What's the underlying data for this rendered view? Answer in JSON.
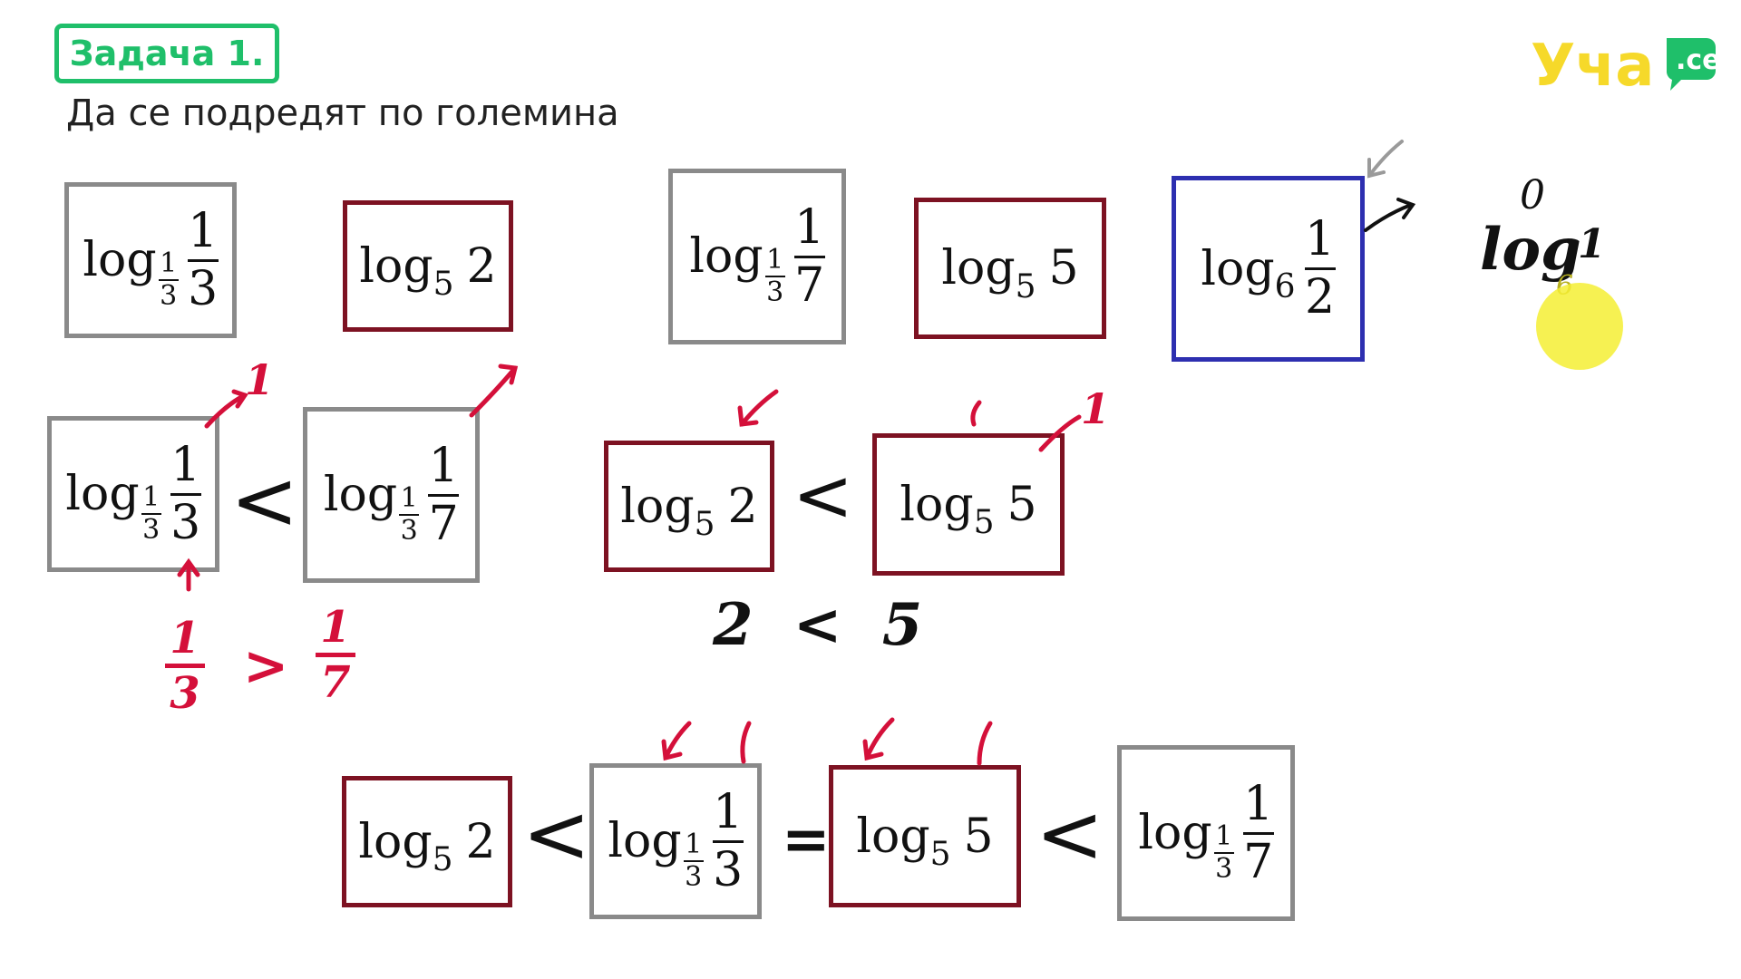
{
  "header": {
    "task_label": "Задача 1.",
    "instruction": "Да се подредят по големина"
  },
  "brand": {
    "logo_text": "Уча",
    "logo_badge": ".се",
    "colors": {
      "yellow": "#f6d92a",
      "green": "#1fbf6a"
    }
  },
  "expressions": {
    "e1": {
      "base_num": "1",
      "base_den": "3",
      "arg_num": "1",
      "arg_den": "3"
    },
    "e2": {
      "base": "5",
      "arg": "2"
    },
    "e3": {
      "base_num": "1",
      "base_den": "3",
      "arg_num": "1",
      "arg_den": "7"
    },
    "e4": {
      "base": "5",
      "arg": "5"
    },
    "e5": {
      "base": "6",
      "arg_num": "1",
      "arg_den": "2"
    }
  },
  "log_fn": "log",
  "relations": {
    "less": "<",
    "greater": ">",
    "equal": "="
  },
  "handwriting": {
    "one": "1",
    "two_less_five": {
      "left": "2",
      "op": "<",
      "right": "5"
    },
    "thirds_vs_sevenths": {
      "lnum": "1",
      "lden": "3",
      "op": ">",
      "rnum": "1",
      "rden": "7"
    },
    "side_note": {
      "zero": "0",
      "log": "log",
      "base": "6",
      "arg": "1"
    }
  },
  "colors": {
    "accent_green": "#1fbf6a",
    "frame_gray": "#8a8a8a",
    "frame_red": "#7d1222",
    "frame_blue": "#2d2fb0",
    "ink_red": "#d4103a",
    "highlight_yellow": "#f4ee34"
  }
}
